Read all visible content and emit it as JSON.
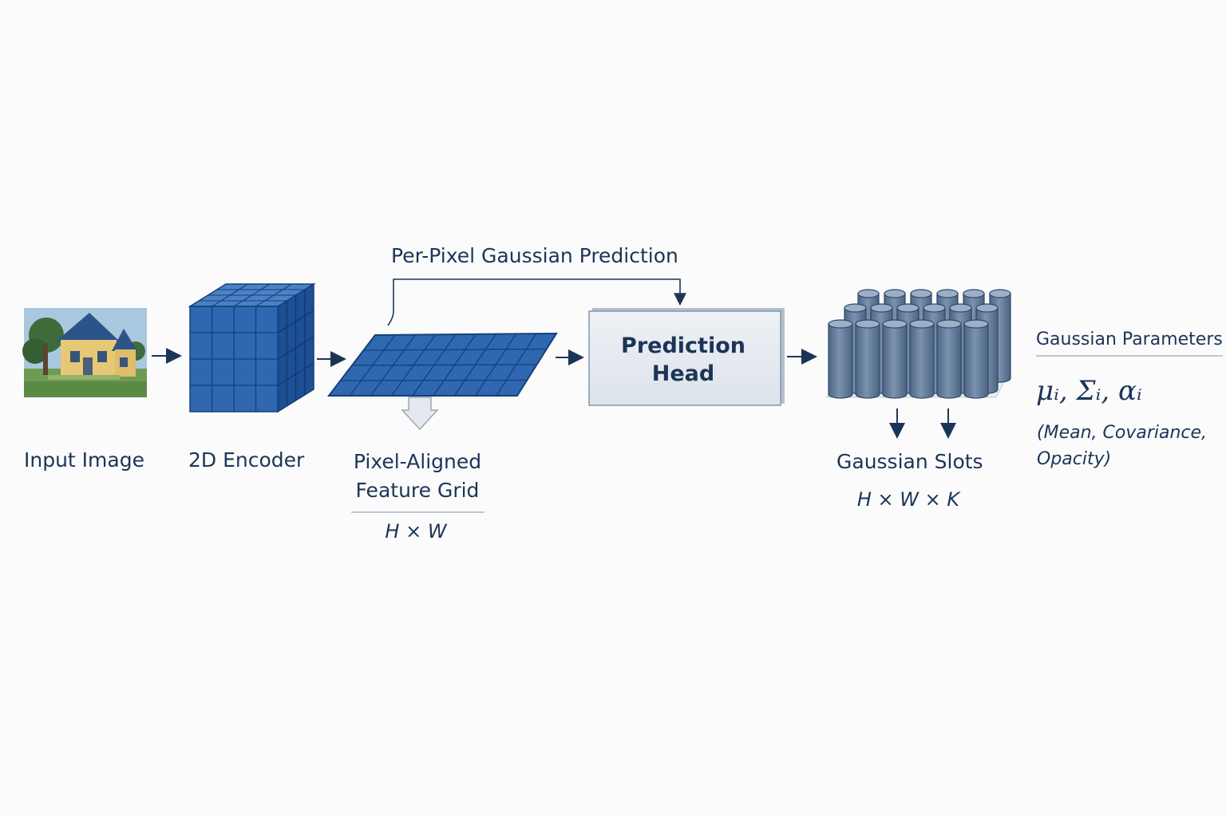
{
  "top_label": "Per-Pixel Gaussian Prediction",
  "stages": {
    "input": {
      "label": "Input Image"
    },
    "encoder": {
      "label": "2D Encoder"
    },
    "feature_grid": {
      "label_line1": "Pixel-Aligned",
      "label_line2": "Feature Grid",
      "dims": "H × W"
    },
    "prediction_head": {
      "line1": "Prediction",
      "line2": "Head"
    },
    "gaussian_slots": {
      "label": "Gaussian Slots",
      "dims": "H × W × K"
    }
  },
  "parameters": {
    "title": "Gaussian Parameters",
    "formula": "μᵢ, Σᵢ, αᵢ",
    "note": "(Mean, Covariance, Opacity)"
  },
  "colors": {
    "text": "#1c3557",
    "block_blue": "#2f68b0",
    "block_dark": "#1c4f94",
    "cylinder": "#5f7a98",
    "head_fill": "#e3e8ef"
  }
}
